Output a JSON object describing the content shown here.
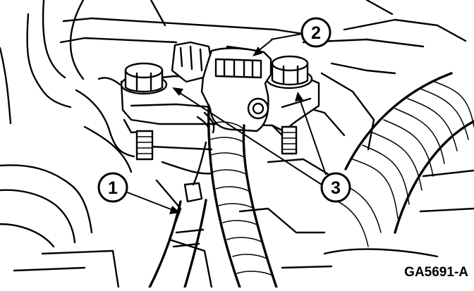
{
  "figure": {
    "id_label": "GA5691-A",
    "callouts": [
      {
        "key": "1",
        "label": "1"
      },
      {
        "key": "2",
        "label": "2"
      },
      {
        "key": "3",
        "label": "3"
      }
    ]
  }
}
